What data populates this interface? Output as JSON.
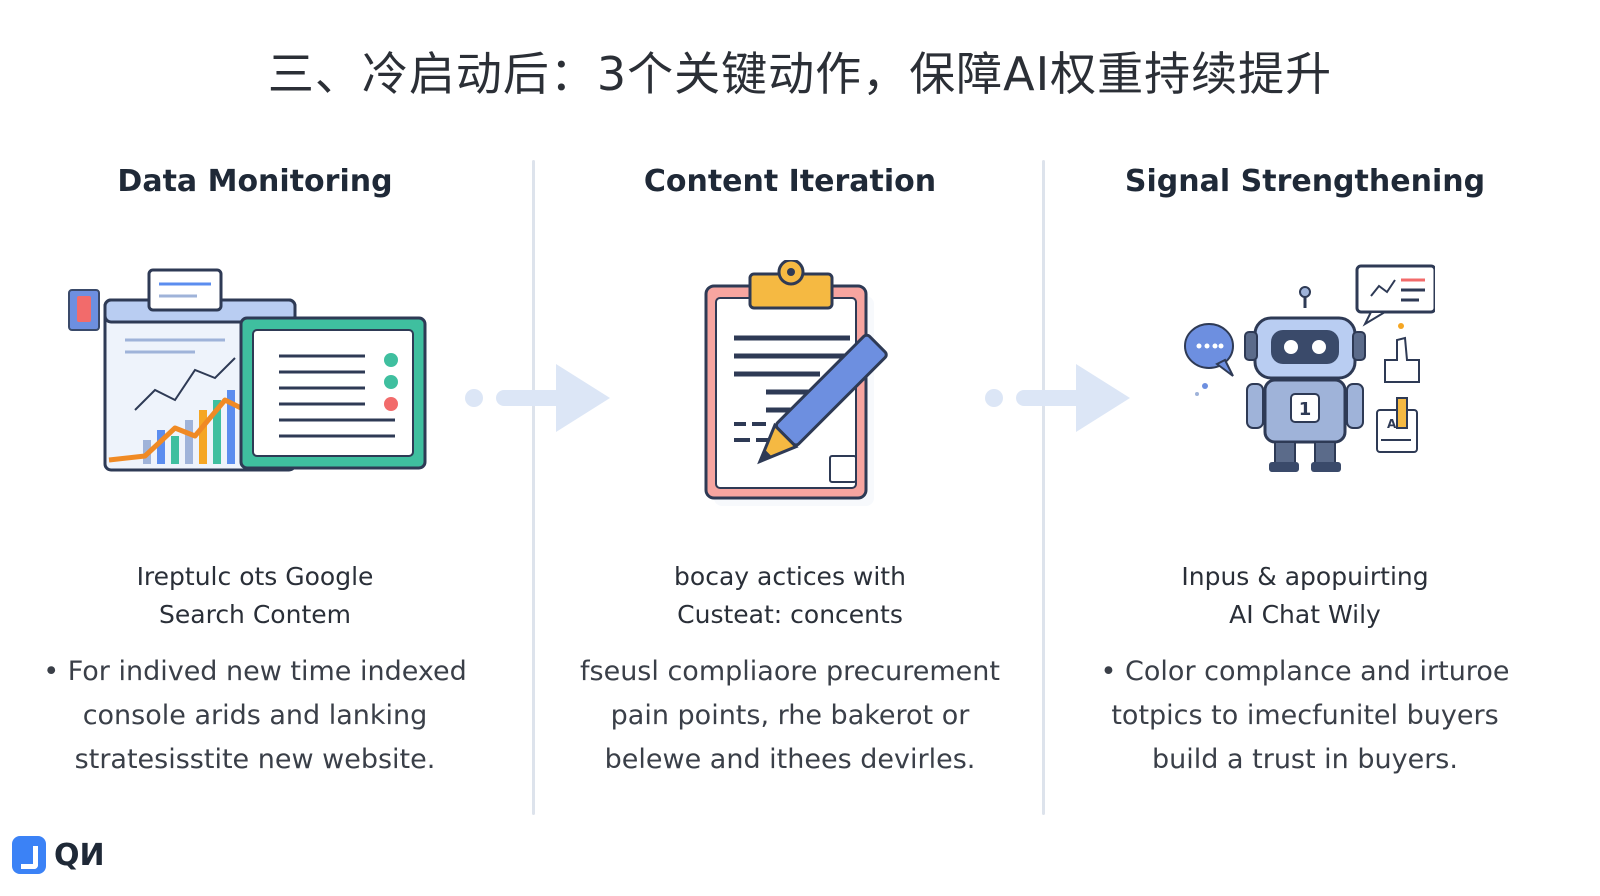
{
  "title": "三、冷启动后：3个关键动作，保障AI权重持续提升",
  "columns": [
    {
      "heading": "Data Monitoring",
      "icon": "analytics-dashboard-icon",
      "subtitle": [
        "Ireptulc ots Google",
        "Search Contem"
      ],
      "description": [
        "• For indived new time indexed",
        "console arids and lanking",
        "stratesisstite new website."
      ]
    },
    {
      "heading": "Content Iteration",
      "icon": "clipboard-pencil-icon",
      "subtitle": [
        "bocay actices with",
        "Custeat: concents"
      ],
      "description": [
        "fseusl compliaore precurement",
        "pain points, rhe bakerot or",
        "belewe and ithees devirles."
      ]
    },
    {
      "heading": "Signal Strengthening",
      "icon": "ai-robot-icon",
      "subtitle": [
        "Inpus & apopuirting",
        "AI Chat Wily"
      ],
      "description": [
        "• Color complance and irturoe",
        "totpics to imecfunitel buyers",
        "build a trust in buyers."
      ]
    }
  ],
  "logo": {
    "text": "QИ",
    "icon": "logo-mark-icon"
  },
  "colors": {
    "accent_blue": "#5b8def",
    "accent_orange": "#f5a623",
    "accent_teal": "#3fbf9f",
    "accent_red": "#f26b6b",
    "arrow": "#dce6f6",
    "divider": "#dde3ec"
  }
}
